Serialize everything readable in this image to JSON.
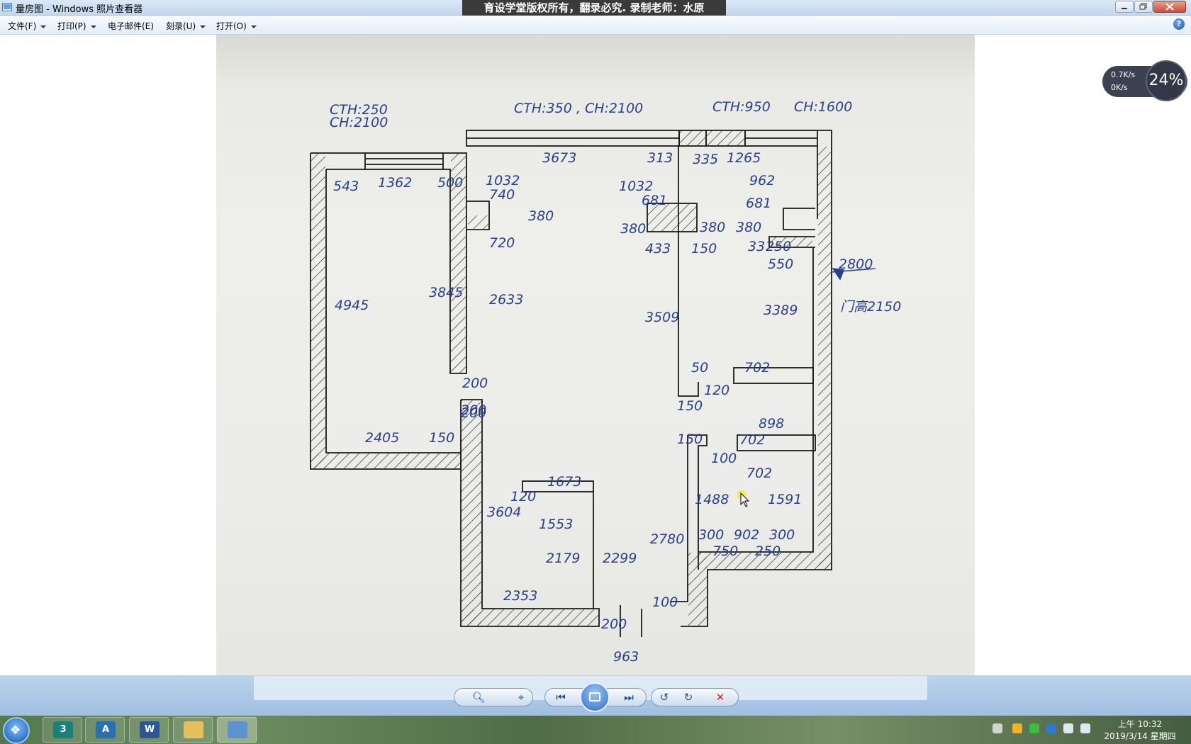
{
  "window": {
    "title": "量房图 - Windows 照片查看器",
    "watermark": "育设学堂版权所有，翻录必究. 录制老师：水原"
  },
  "menu": {
    "file": "文件(F)",
    "print": "打印(P)",
    "email": "电子邮件(E)",
    "burn": "刻录(U)",
    "open": "打开(O)",
    "help": "?"
  },
  "network_widget": {
    "upload": "0.7K/s",
    "download": "0K/s",
    "percent": "24%"
  },
  "floorplan": {
    "top_labels": [
      "CTH:250",
      "CH:2100",
      "CTH:350 , CH:2100",
      "CTH:950",
      "CH:1600"
    ],
    "room_left": [
      "543",
      "1362",
      "500",
      "4945",
      "3845",
      "2405",
      "150"
    ],
    "room_center": [
      "3673",
      "1032",
      "740",
      "380",
      "720",
      "2633",
      "200",
      "200"
    ],
    "room_right": [
      "313",
      "335",
      "1265",
      "962",
      "681",
      "1032",
      "681",
      "380",
      "380",
      "433",
      "150",
      "380",
      "33",
      "250",
      "550",
      "3389",
      "3509",
      "50",
      "702",
      "120",
      "150"
    ],
    "bath": [
      "898",
      "150",
      "702",
      "100",
      "702",
      "1488",
      "1591",
      "2780",
      "300",
      "902",
      "300",
      "750",
      "250"
    ],
    "bottom": [
      "200",
      "3604",
      "120",
      "1673",
      "1553",
      "2179",
      "2299",
      "2353",
      "200",
      "100",
      "963"
    ],
    "notes": [
      "2800",
      "门高2150"
    ]
  },
  "controls": {
    "zoom": "zoom-in",
    "fit": "actual-size",
    "prev": "previous",
    "slideshow": "slideshow",
    "next": "next",
    "rotate_ccw": "rotate-left",
    "rotate_cw": "rotate-right",
    "delete": "delete"
  },
  "taskbar": {
    "apps": [
      "3ds Max",
      "AutoCAD",
      "Word",
      "Explorer",
      "Photo Viewer"
    ],
    "time": "上午 10:32",
    "date": "2019/3/14 星期四"
  }
}
